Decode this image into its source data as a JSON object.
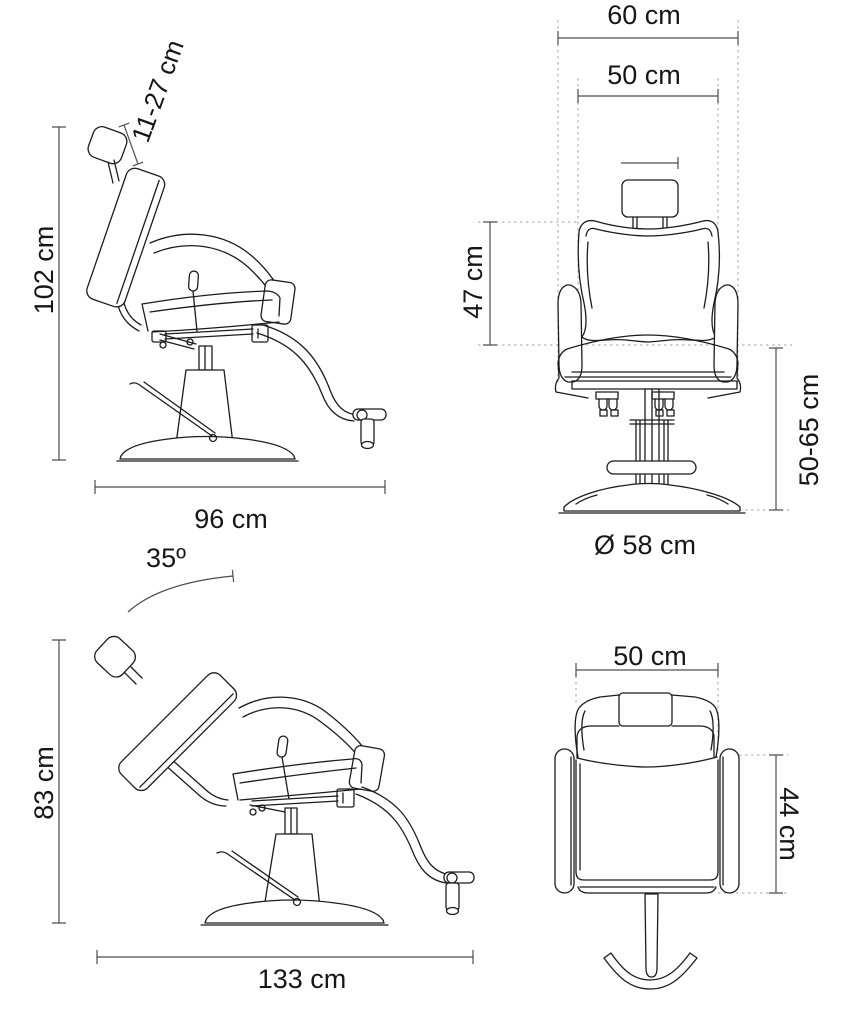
{
  "colors": {
    "background": "#ffffff",
    "drawing_line": "#1c1c1c",
    "dimension_line": "#4d4d4d",
    "extension_dash": "#a6a6a6",
    "label_text": "#161616"
  },
  "views": {
    "side_upright": {
      "overall_height": "102 cm",
      "headrest_height_range": "11-27 cm",
      "depth": "96 cm"
    },
    "front": {
      "overall_width": "60 cm",
      "backrest_width": "50 cm",
      "backrest_height": "47 cm",
      "seat_height_range": "50-65 cm",
      "base_diameter": "Ø 58 cm"
    },
    "side_reclined": {
      "recline_angle": "35º",
      "overall_height": "83 cm",
      "overall_length": "133 cm"
    },
    "top": {
      "seat_width": "50 cm",
      "seat_depth": "44 cm"
    }
  }
}
